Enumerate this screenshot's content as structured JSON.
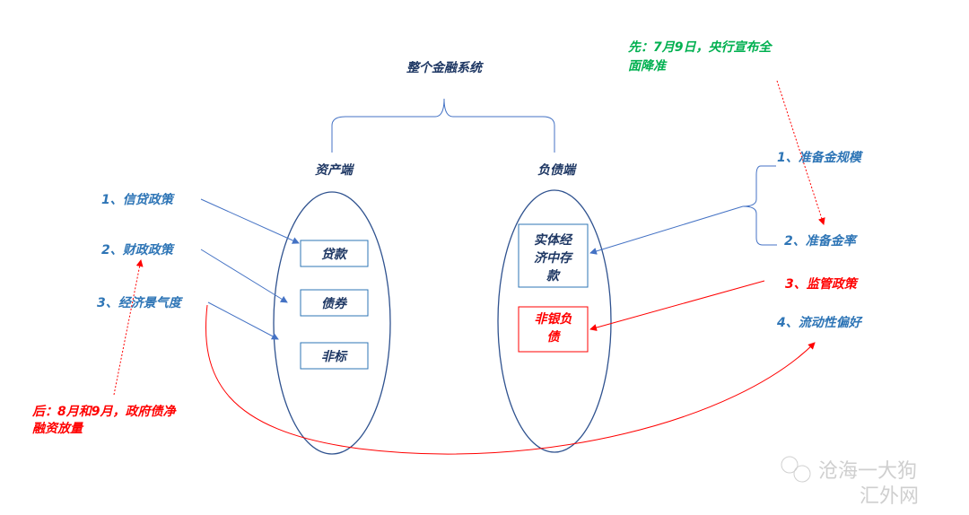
{
  "title": "整个金融系统",
  "asset_side": {
    "label": "资产端",
    "items": [
      "贷款",
      "债券",
      "非标"
    ]
  },
  "liability_side": {
    "label": "负债端",
    "items": [
      "实体经济中存款",
      "非银负债"
    ],
    "deposit_lines": [
      "实体经",
      "济中存",
      "款"
    ],
    "nonbank_lines": [
      "非银负",
      "债"
    ]
  },
  "left_factors": [
    "1、信贷政策",
    "2、财政政策",
    "3、经济景气度"
  ],
  "right_factors": [
    "1、准备金规模",
    "2、准备金率",
    "3、监管政策",
    "4、流动性偏好"
  ],
  "annotations": {
    "later": [
      "后：8月和9月，政府债净",
      "融资放量"
    ],
    "first": [
      "先：7月9日，央行宣布全",
      "面降准"
    ]
  },
  "watermark": [
    "沧海一大狗",
    "汇外网"
  ],
  "colors": {
    "blue": "#2e75b6",
    "red": "#ff0000",
    "green": "#00b050",
    "line": "#4472c4",
    "ellipse": "#2f528f"
  }
}
